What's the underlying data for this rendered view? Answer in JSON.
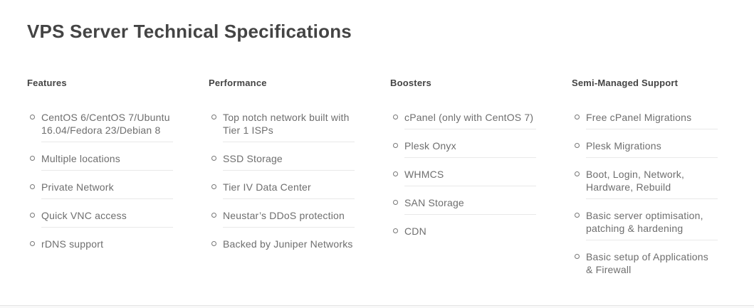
{
  "section": {
    "title": "VPS Server Technical Specifications"
  },
  "columns": [
    {
      "heading": "Features",
      "items": [
        "CentOS 6/CentOS 7/Ubuntu 16.04/Fedora 23/Debian 8",
        "Multiple locations",
        "Private Network",
        "Quick VNC access",
        "rDNS support"
      ]
    },
    {
      "heading": "Performance",
      "items": [
        "Top notch network built with Tier 1 ISPs",
        "SSD Storage",
        "Tier IV Data Center",
        "Neustar’s DDoS protection",
        "Backed by Juniper Networks"
      ]
    },
    {
      "heading": "Boosters",
      "items": [
        "cPanel (only with CentOS 7)",
        "Plesk Onyx",
        "WHMCS",
        "SAN Storage",
        "CDN"
      ]
    },
    {
      "heading": "Semi-Managed Support",
      "items": [
        "Free cPanel Migrations",
        "Plesk Migrations",
        "Boot, Login, Network, Hardware, Rebuild",
        "Basic server optimisation, patching & hardening",
        "Basic setup of Applications & Firewall"
      ]
    }
  ],
  "colors": {
    "heading_color": "#444444",
    "body_color": "#6e6e6e",
    "separator_color": "#e9e9e9",
    "section_border_color": "#e4e4e4",
    "footer_bg": "#f8f8f8",
    "bullet_color": "#777777"
  }
}
